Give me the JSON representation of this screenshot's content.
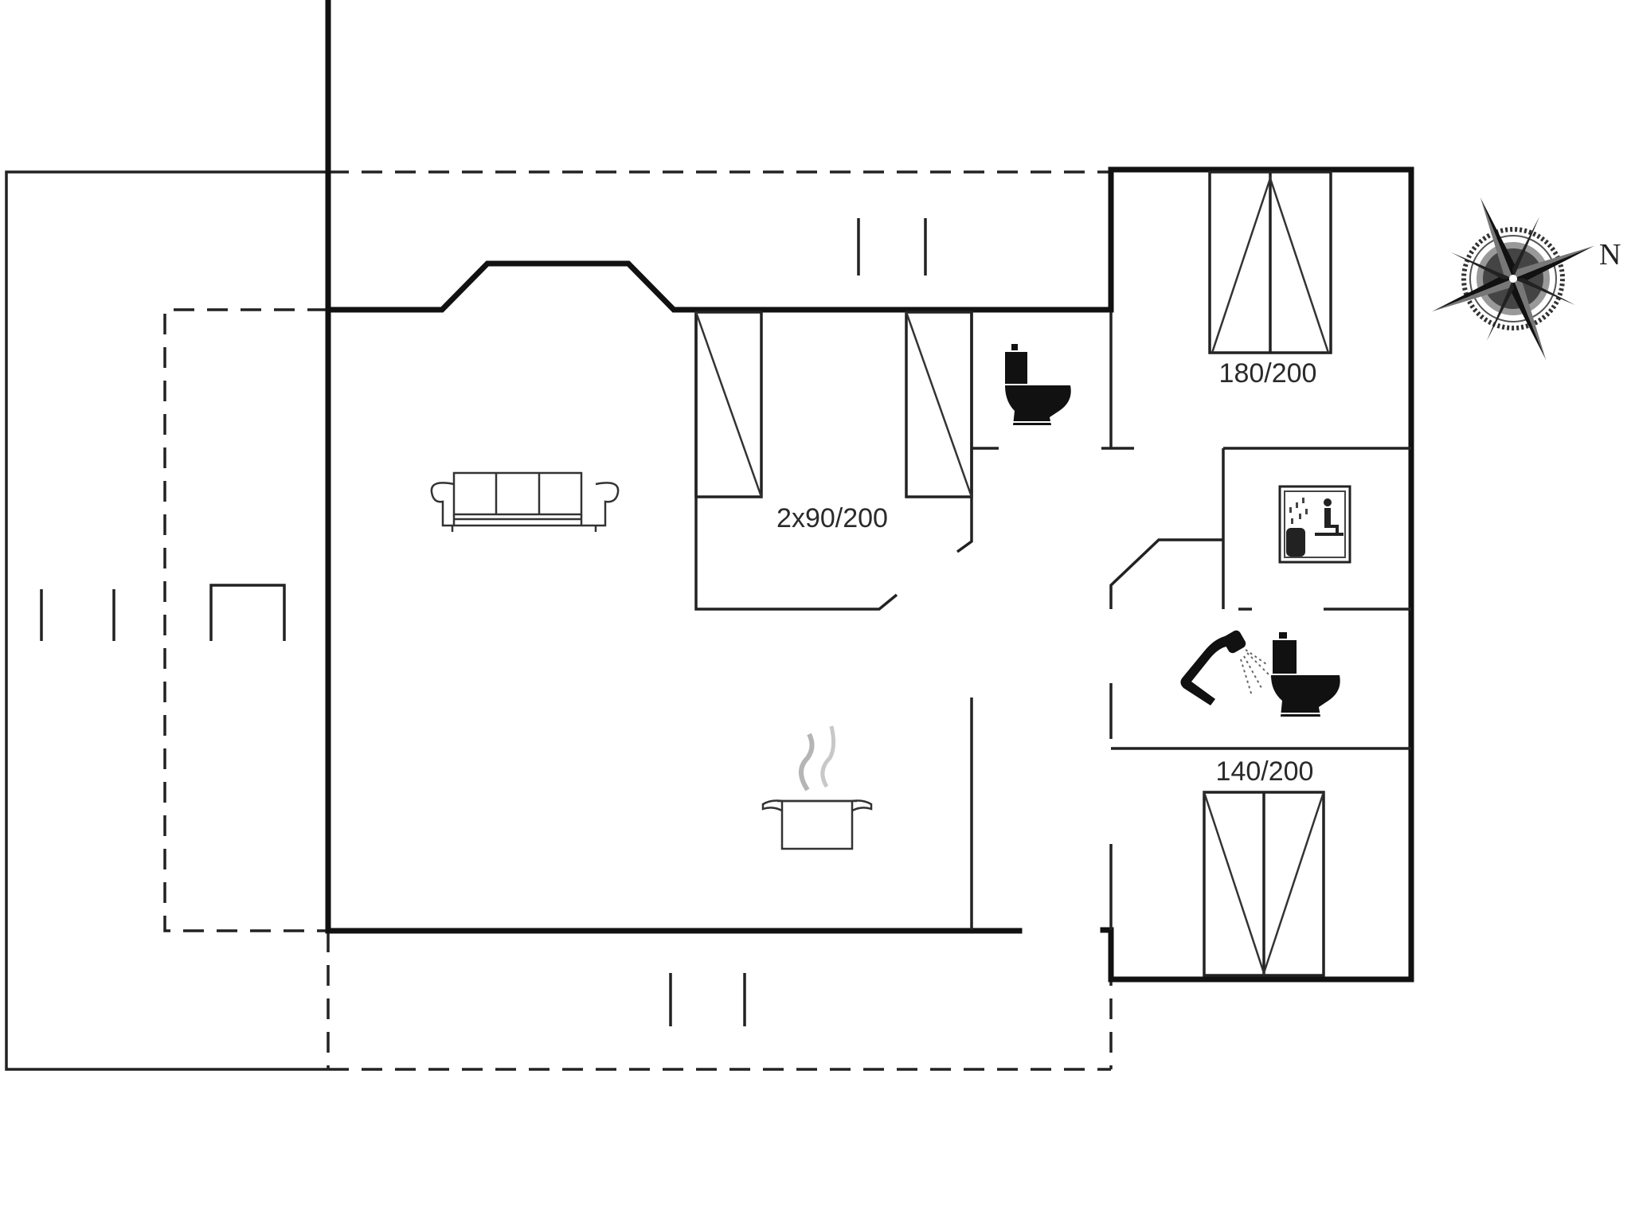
{
  "floor_plan": {
    "labels": {
      "bed_large": "180/200",
      "bed_twin": "2x90/200",
      "bed_double": "140/200",
      "north": "N"
    },
    "icons": [
      "sofa-icon",
      "toilet-icon",
      "sauna-icon",
      "shower-icon",
      "cooking-pot-icon",
      "compass-rose-icon"
    ],
    "colors": {
      "wall": "#111111",
      "background": "#ffffff"
    }
  }
}
